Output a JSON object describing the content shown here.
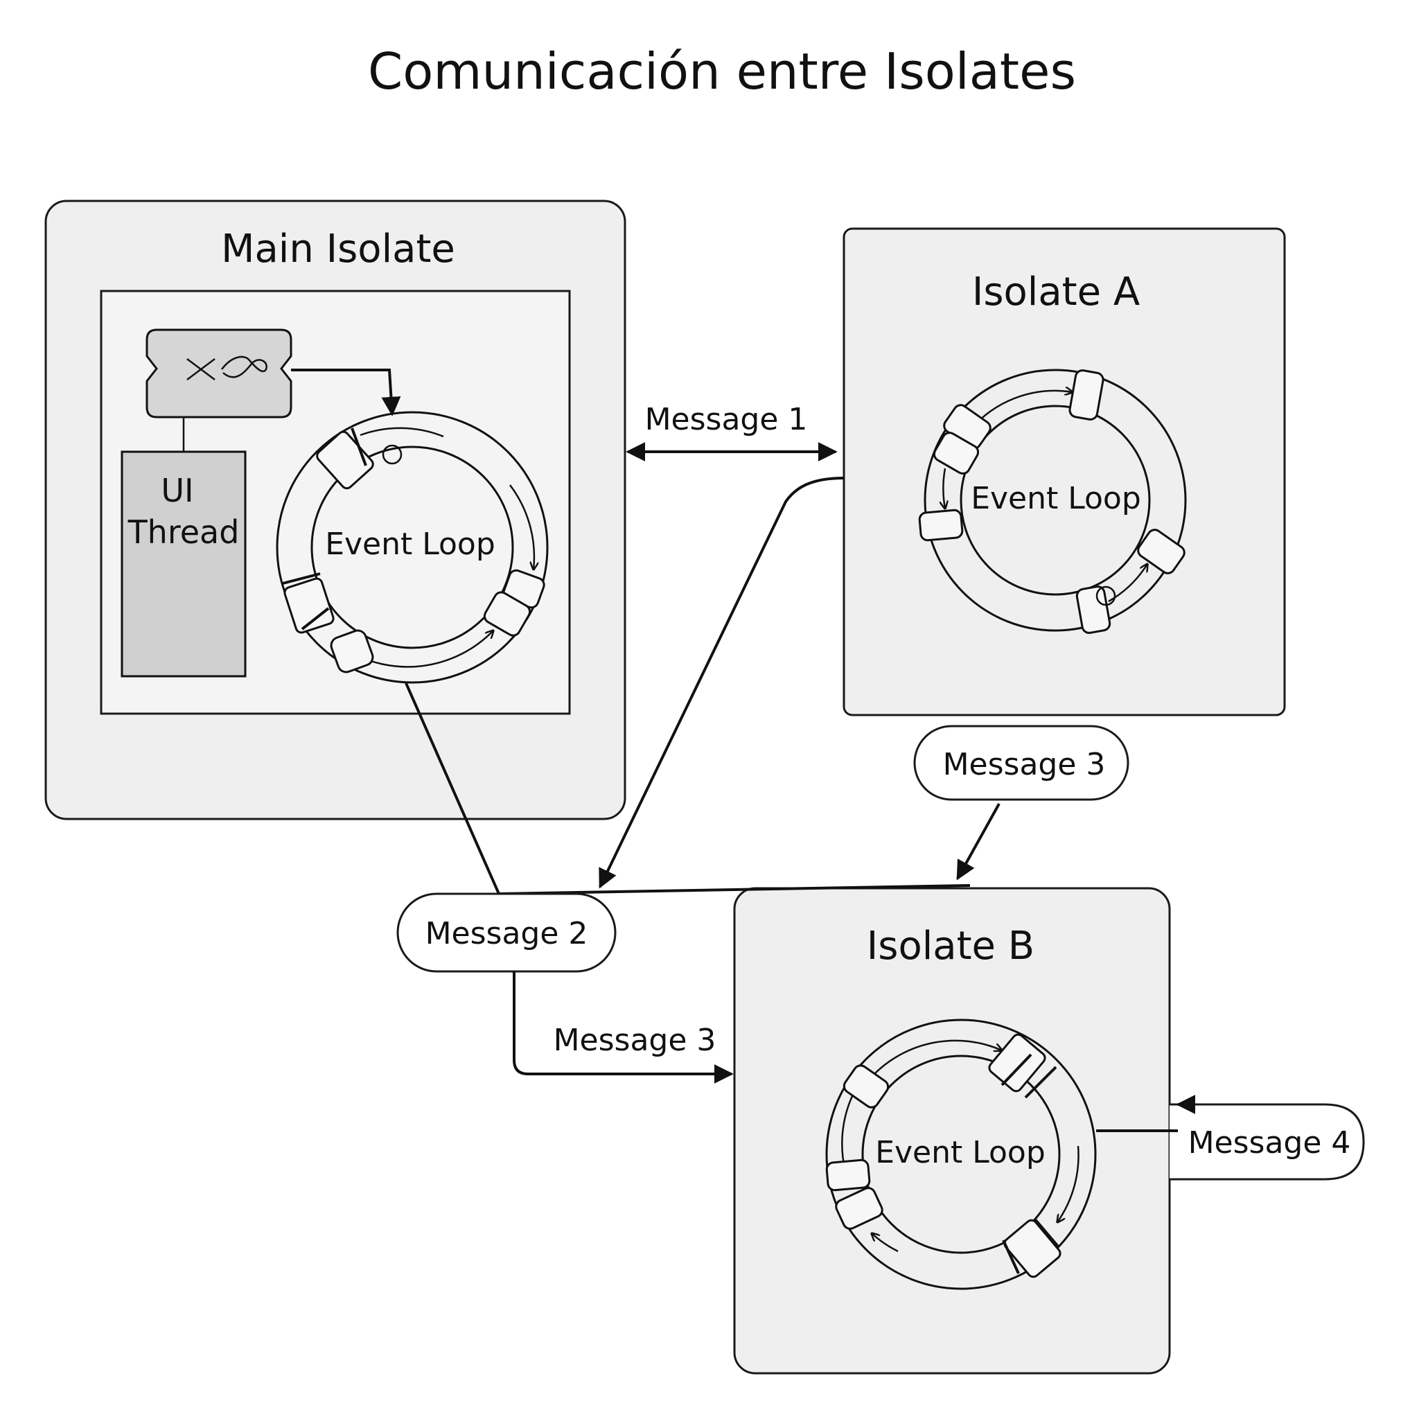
{
  "title": "Comunicación entre Isolates",
  "isolates": {
    "main": {
      "title": "Main Isolate",
      "thread_label_line1": "UI",
      "thread_label_line2": "Thread",
      "loop_label": "Event Loop"
    },
    "a": {
      "title": "Isolate A",
      "loop_label": "Event Loop"
    },
    "b": {
      "title": "Isolate B",
      "loop_label": "Event Loop"
    }
  },
  "messages": {
    "m1": "Message 1",
    "m2": "Message 2",
    "m3_top": "Message 3",
    "m3_bottom": "Message 3",
    "m4": "Message 4"
  },
  "colors": {
    "panel": "#efefef",
    "thread": "#d0d0d0",
    "line": "#111111"
  },
  "icons": {
    "ui_widget": "infinity-loop-icon"
  }
}
